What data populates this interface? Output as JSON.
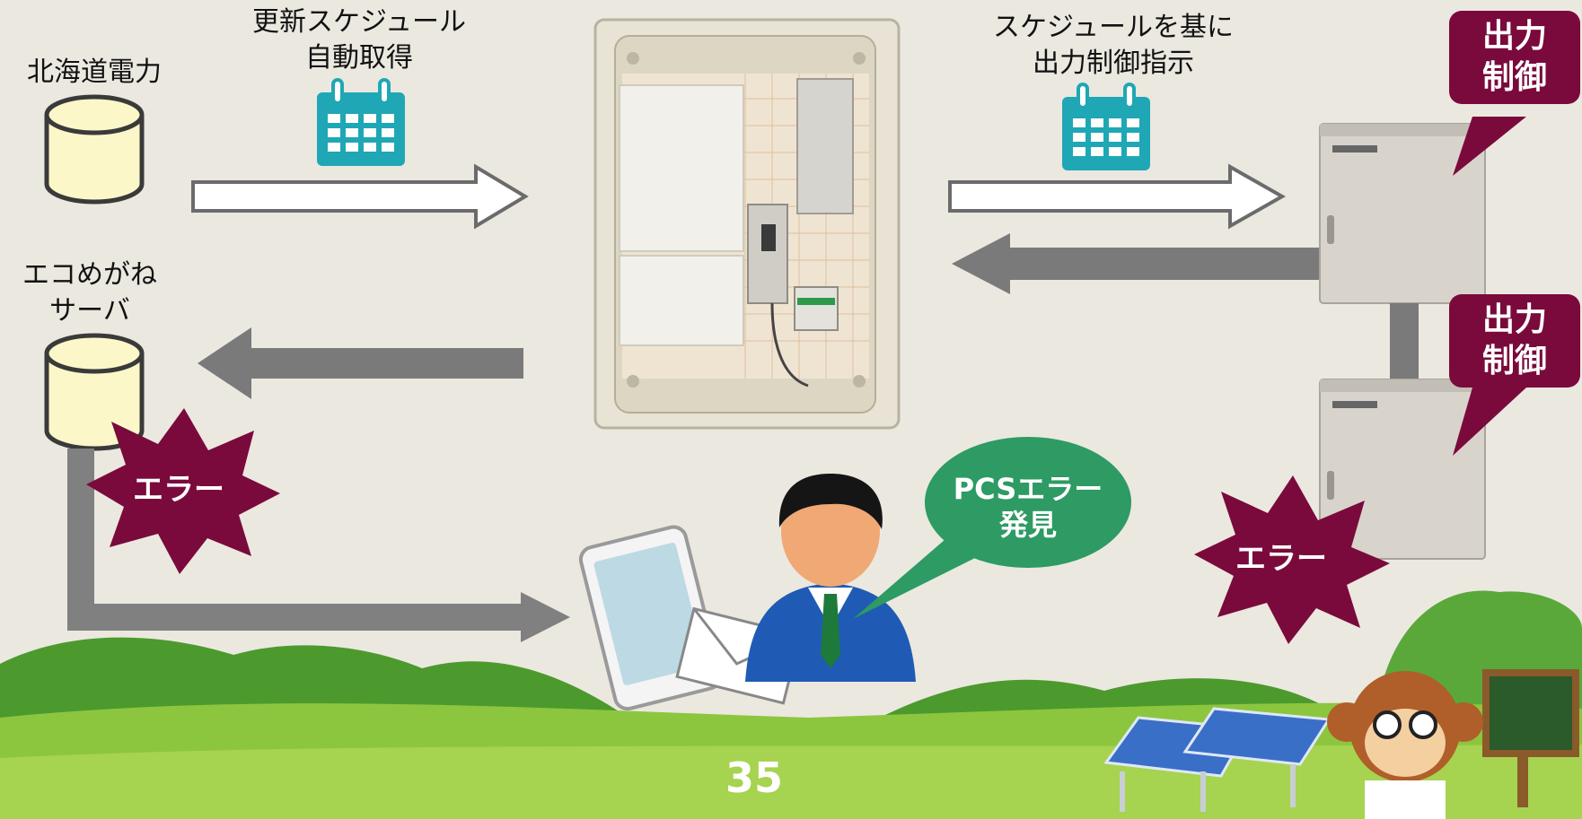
{
  "sources": {
    "hokkaido_label": "北海道電力",
    "ecomegane_label": [
      "エコめがね",
      "サーバ"
    ]
  },
  "steps": {
    "fetch_label": [
      "更新スケジュール",
      "自動取得"
    ],
    "control_label": [
      "スケジュールを基に",
      "出力制御指示"
    ]
  },
  "pcs": {
    "callout_1": [
      "出力",
      "制御"
    ],
    "callout_2": [
      "出力",
      "制御"
    ]
  },
  "errors": {
    "server_error": "エラー",
    "pcs_error": "エラー"
  },
  "operator": {
    "speech": [
      "PCSエラー",
      "発見"
    ]
  },
  "page_number": "35",
  "colors": {
    "background": "#ebe8e0",
    "callout": "#7a0a3c",
    "speech_bubble": "#2e9a64",
    "calendar": "#1fa7b5",
    "arrow_gray": "#808080",
    "grass": "#8cc63f"
  }
}
